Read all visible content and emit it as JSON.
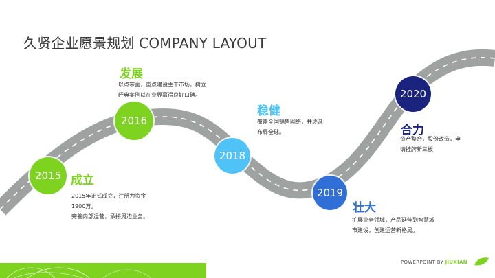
{
  "title": "久贤企业愿景规划 COMPANY LAYOUT",
  "milestones": [
    {
      "year": "2015",
      "heading": "成立",
      "lines": [
        "2015年正式成立，注册为资金",
        "1900万。",
        "完善内部运营，承接周边业务。"
      ],
      "color": "#7ed321",
      "heading_color": "#7ed321"
    },
    {
      "year": "2016",
      "heading": "发展",
      "lines": [
        "以点带面，重点建设主干市场，树立",
        "经典案例以在业界赢得良好口碑。"
      ],
      "color": "#7ed321",
      "heading_color": "#7ed321"
    },
    {
      "year": "2018",
      "heading": "稳健",
      "lines": [
        "覆盖全国销售网络，并逐渐",
        "布局全球。"
      ],
      "color": "#4fc3f7",
      "heading_color": "#4fc3f7"
    },
    {
      "year": "2019",
      "heading": "壮大",
      "lines": [
        "扩展业务领域，产品延伸到智慧城",
        "市建设，创建运营新格局。"
      ],
      "color": "#2f6fd6",
      "heading_color": "#2f6fd6"
    },
    {
      "year": "2020",
      "heading": "合力",
      "lines": [
        "资产整合，股份改造，申",
        "请挂牌新三板"
      ],
      "color": "#1a237e",
      "heading_color": "#1a237e"
    }
  ],
  "footer": {
    "prefix": "POWERPOINT BY ",
    "brand": "JIUXIAN",
    "accent": "#7ed321"
  },
  "colors": {
    "road": "#9ea3a1",
    "road_dash": "#ffffff"
  }
}
